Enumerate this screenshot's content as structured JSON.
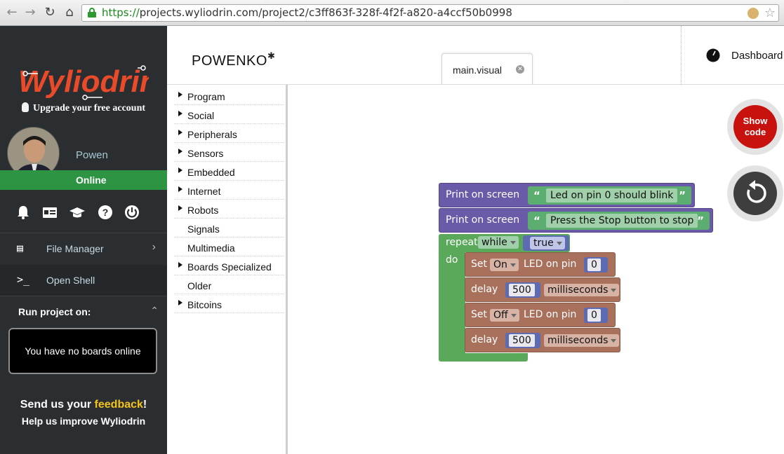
{
  "browser": {
    "url_scheme": "https://",
    "url_rest": "projects.wyliodrin.com/project2/c3ff863f-328f-4f2f-a820-a4ccf50b0998",
    "back_icon": "arrow-left",
    "forward_icon": "arrow-right",
    "reload_icon": "reload",
    "home_icon": "home",
    "star_icon": "star"
  },
  "sidebar": {
    "logo_text": "Wyliodrin",
    "upgrade_text": "Upgrade your free account",
    "username": "Powen",
    "status": "Online",
    "status_color": "#2d9444",
    "icons": [
      "bell-icon",
      "id-card-icon",
      "graduation-cap-icon",
      "help-icon",
      "power-icon"
    ],
    "menu": [
      {
        "label": "File Manager",
        "icon": "file-tree-icon"
      },
      {
        "label": "Open Shell",
        "icon": "terminal-icon"
      }
    ],
    "run_title": "Run project on:",
    "boards_empty": "You have no boards online",
    "feedback_prefix": "Send us your ",
    "feedback_highlight": "feedback",
    "feedback_suffix": "!",
    "feedback_sub": "Help us improve Wyliodrin"
  },
  "header": {
    "project_name": "POWENKO",
    "tab_label": "main.visual",
    "dashboard_label": "Dashboard"
  },
  "toolbox": {
    "categories": [
      {
        "label": "Program",
        "expandable": true
      },
      {
        "label": "Social",
        "expandable": true
      },
      {
        "label": "Peripherals",
        "expandable": true
      },
      {
        "label": "Sensors",
        "expandable": true
      },
      {
        "label": "Embedded",
        "expandable": true
      },
      {
        "label": "Internet",
        "expandable": true
      },
      {
        "label": "Robots",
        "expandable": true
      },
      {
        "label": "Signals",
        "expandable": false
      },
      {
        "label": "Multimedia",
        "expandable": false
      },
      {
        "label": "Boards Specialized",
        "expandable": true
      },
      {
        "label": "Older",
        "expandable": false
      },
      {
        "label": "Bitcoins",
        "expandable": true
      }
    ]
  },
  "workspace": {
    "show_code_line1": "Show",
    "show_code_line2": "code",
    "show_code_color": "#c8120e",
    "blocks": {
      "print1_label": "Print on screen",
      "print1_value": "Led on pin 0 should blink",
      "print2_label": "Print on screen",
      "print2_value": "Press the Stop button to stop",
      "repeat_label": "repeat",
      "repeat_mode": "while",
      "repeat_cond": "true",
      "do_label": "do",
      "set1_label": "Set",
      "set1_state": "On",
      "set1_suffix": "LED on pin",
      "set1_pin": "0",
      "delay1_label": "delay",
      "delay1_value": "500",
      "delay1_unit": "milliseconds",
      "set2_label": "Set",
      "set2_state": "Off",
      "set2_suffix": "LED on pin",
      "set2_pin": "0",
      "delay2_label": "delay",
      "delay2_value": "500",
      "delay2_unit": "milliseconds"
    }
  }
}
